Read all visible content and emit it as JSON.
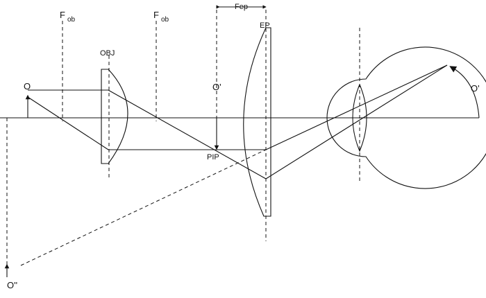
{
  "labels": {
    "f_ob_left_main": "F",
    "f_ob_left_sub": "ob",
    "f_ob_right_main": "F",
    "f_ob_right_sub": "ob",
    "fep": "Fep",
    "ep": "EP",
    "obj": "OBJ",
    "object": "O",
    "intermediate_image": "O'",
    "pip": "PIP",
    "retinal_image": "O'",
    "virtual_image": "O''"
  }
}
